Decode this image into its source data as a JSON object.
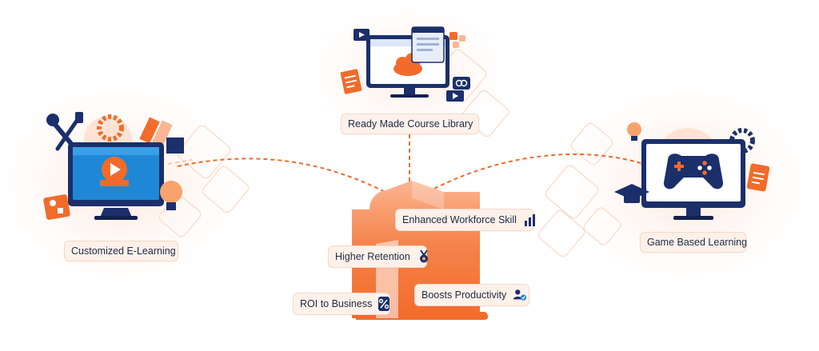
{
  "colors": {
    "orange": "#f26b2b",
    "orange_light": "#fbb08a",
    "navy": "#1b2f6b",
    "navy_dark": "#14224f",
    "blue_screen": "#1e88d6",
    "label_bg": "#fdf1ea",
    "text": "#1e2b45"
  },
  "features": {
    "customized": "Customized E-Learning",
    "library": "Ready Made Course Library",
    "game": "Game Based Learning"
  },
  "benefits": {
    "workforce": "Enhanced Workforce Skill",
    "retention": "Higher Retention",
    "productivity": "Boosts Productivity",
    "roi": "ROI to Business"
  },
  "icons": {
    "workforce": "bar-chart-icon",
    "retention": "medal-icon",
    "productivity": "users-check-icon",
    "roi": "percent-icon",
    "customized": "play-monitor-icon",
    "library": "cloud-monitor-icon",
    "game": "gamepad-monitor-icon"
  }
}
